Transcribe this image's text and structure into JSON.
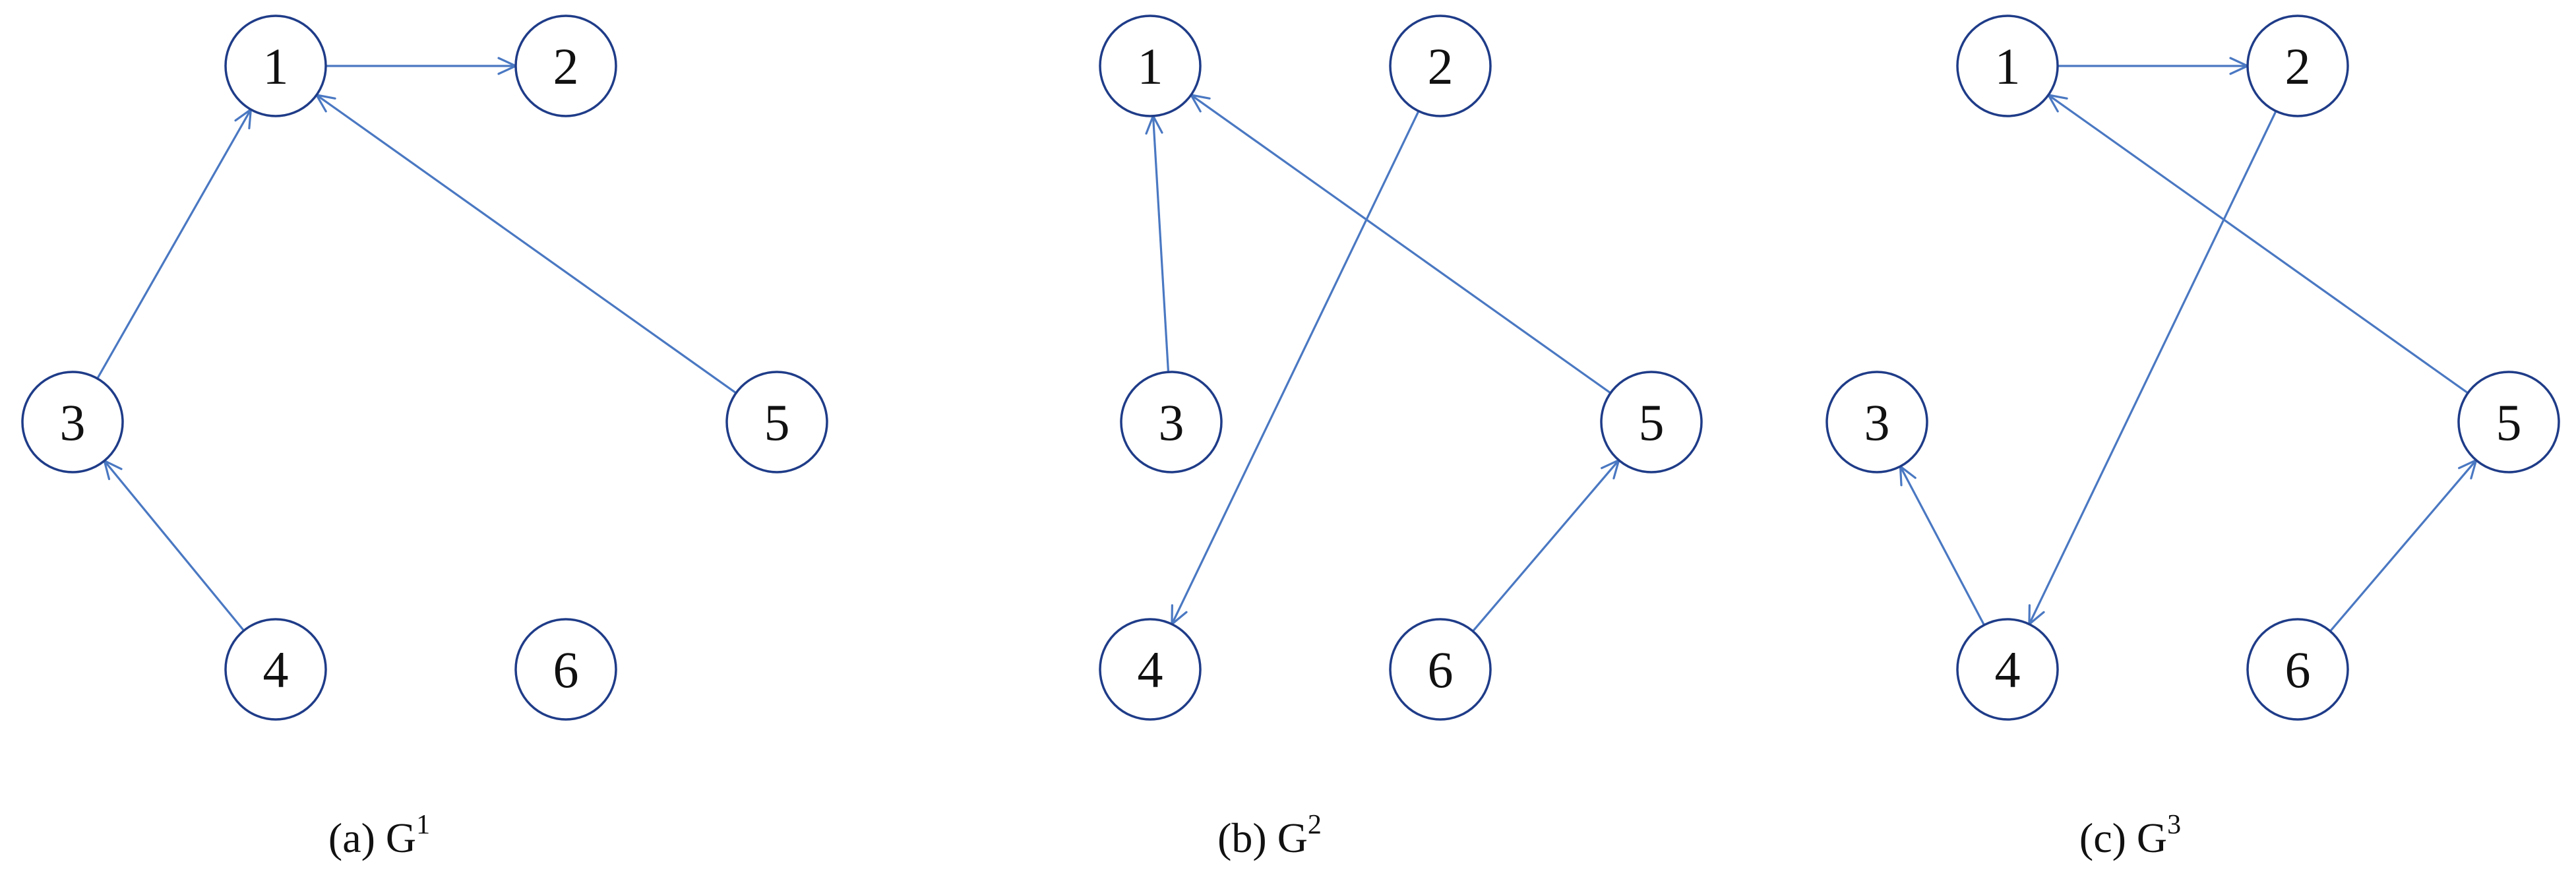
{
  "colors": {
    "edge": "#4a78c2",
    "node_stroke": "#1f3c88",
    "text": "#111111"
  },
  "panels": [
    {
      "caption_prefix": "(a) G",
      "caption_sup": "1",
      "nodes": [
        "1",
        "2",
        "3",
        "4",
        "5",
        "6"
      ],
      "edges": [
        [
          "1",
          "2"
        ],
        [
          "3",
          "1"
        ],
        [
          "4",
          "3"
        ],
        [
          "5",
          "1"
        ]
      ]
    },
    {
      "caption_prefix": "(b) G",
      "caption_sup": "2",
      "nodes": [
        "1",
        "2",
        "3",
        "4",
        "5",
        "6"
      ],
      "edges": [
        [
          "3",
          "1"
        ],
        [
          "5",
          "1"
        ],
        [
          "2",
          "4"
        ],
        [
          "6",
          "5"
        ]
      ]
    },
    {
      "caption_prefix": "(c) G",
      "caption_sup": "3",
      "nodes": [
        "1",
        "2",
        "3",
        "4",
        "5",
        "6"
      ],
      "edges": [
        [
          "1",
          "2"
        ],
        [
          "5",
          "1"
        ],
        [
          "2",
          "4"
        ],
        [
          "4",
          "3"
        ],
        [
          "6",
          "5"
        ]
      ]
    }
  ]
}
